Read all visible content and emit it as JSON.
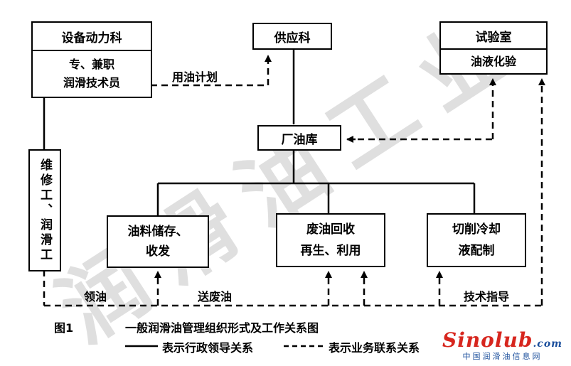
{
  "watermark": "润滑油工业",
  "boxes": {
    "equipment": {
      "title": "设备动力科",
      "line1": "专、兼职",
      "line2": "润滑技术员"
    },
    "supply": {
      "title": "供应科"
    },
    "lab": {
      "title": "试验室",
      "body": "油液化验"
    },
    "depot": {
      "title": "厂油库"
    },
    "worker": {
      "text": "维修工、润滑工"
    },
    "storage": {
      "line1": "油料储存、",
      "line2": "收发"
    },
    "recycle": {
      "title": "废油回收",
      "body": "再生、利用"
    },
    "coolant": {
      "title": "切削冷却",
      "body": "液配制"
    }
  },
  "labels": {
    "plan": "用油计划",
    "receive": "领油",
    "return": "送废油",
    "tech": "技术指导"
  },
  "caption": {
    "fig": "图1",
    "title": "一般润滑油管理组织形式及工作关系图",
    "legend_solid": "表示行政领导关系",
    "legend_dashed": "表示业务联系关系"
  },
  "logo": {
    "brand": "Sinolub",
    "suffix": ".com",
    "sub": "中国润滑油信息网"
  }
}
